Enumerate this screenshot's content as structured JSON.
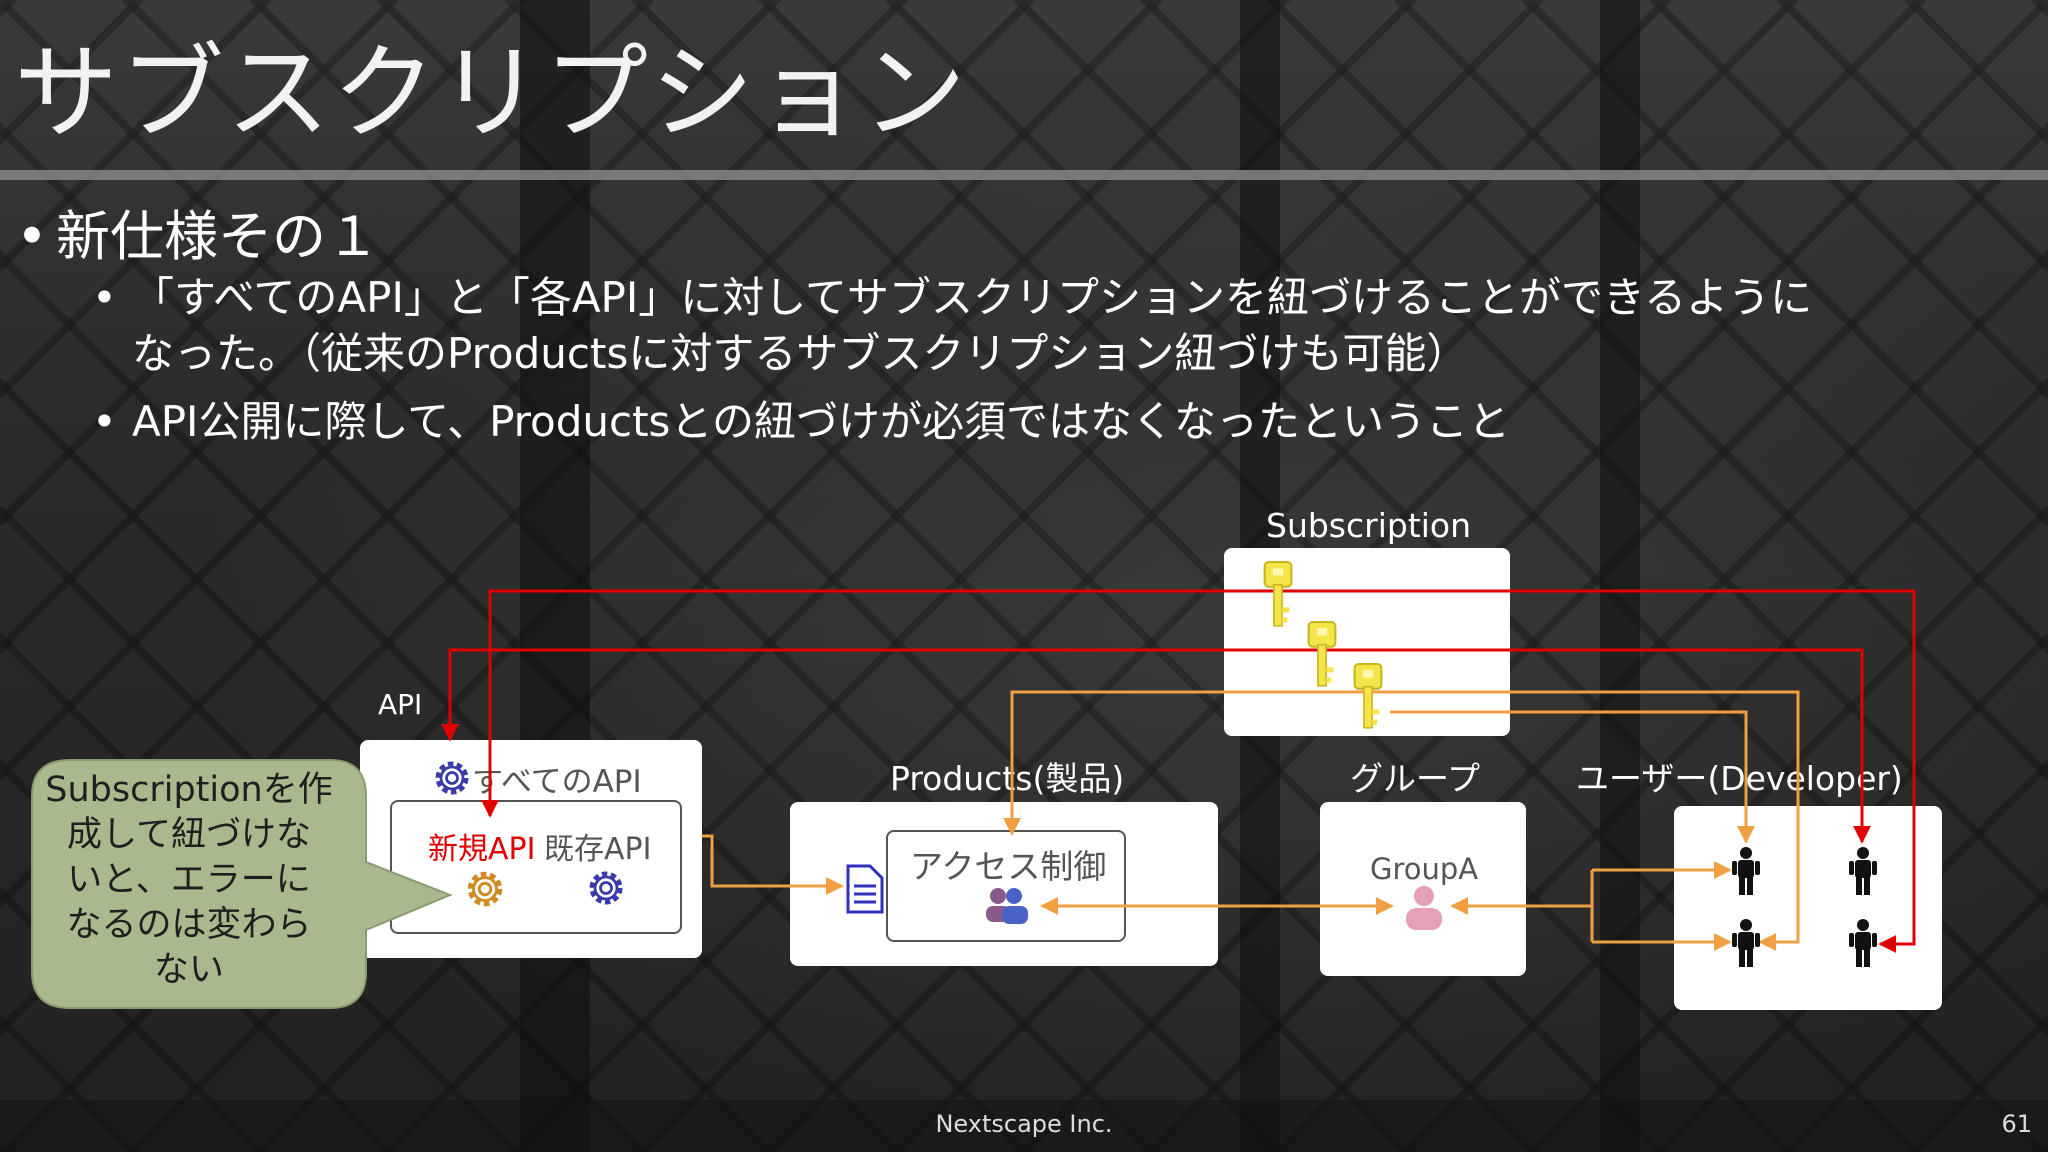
{
  "title": "サブスクリプション",
  "bullet1": "新仕様その１",
  "sub_bullets": [
    "「すべてのAPI」と「各API」に対してサブスクリプションを紐づけることができるように",
    "なった。（従来のProductsに対するサブスクリプション紐づけも可能）",
    "API公開に際して、Productsとの紐づけが必須ではなくなったということ"
  ],
  "diagram": {
    "subscription_label": "Subscription",
    "api_label": "API",
    "all_api": "すべてのAPI",
    "new_api": "新規API",
    "existing_api": "既存API",
    "products_label": "Products(製品)",
    "access_control": "アクセス制御",
    "group_label": "グループ",
    "group_a": "GroupA",
    "users_label": "ユーザー(Developer)",
    "callout_lines": [
      "Subscriptionを作",
      "成して紐づけな",
      "いと、エラーに",
      "なるのは変わら",
      "ない"
    ],
    "colors": {
      "red_line": "#e00000",
      "orange_line": "#f0a040",
      "key": "#f5e44a",
      "callout": "#a9b98d"
    }
  },
  "footer": {
    "company": "Nextscape Inc.",
    "page": "61"
  }
}
